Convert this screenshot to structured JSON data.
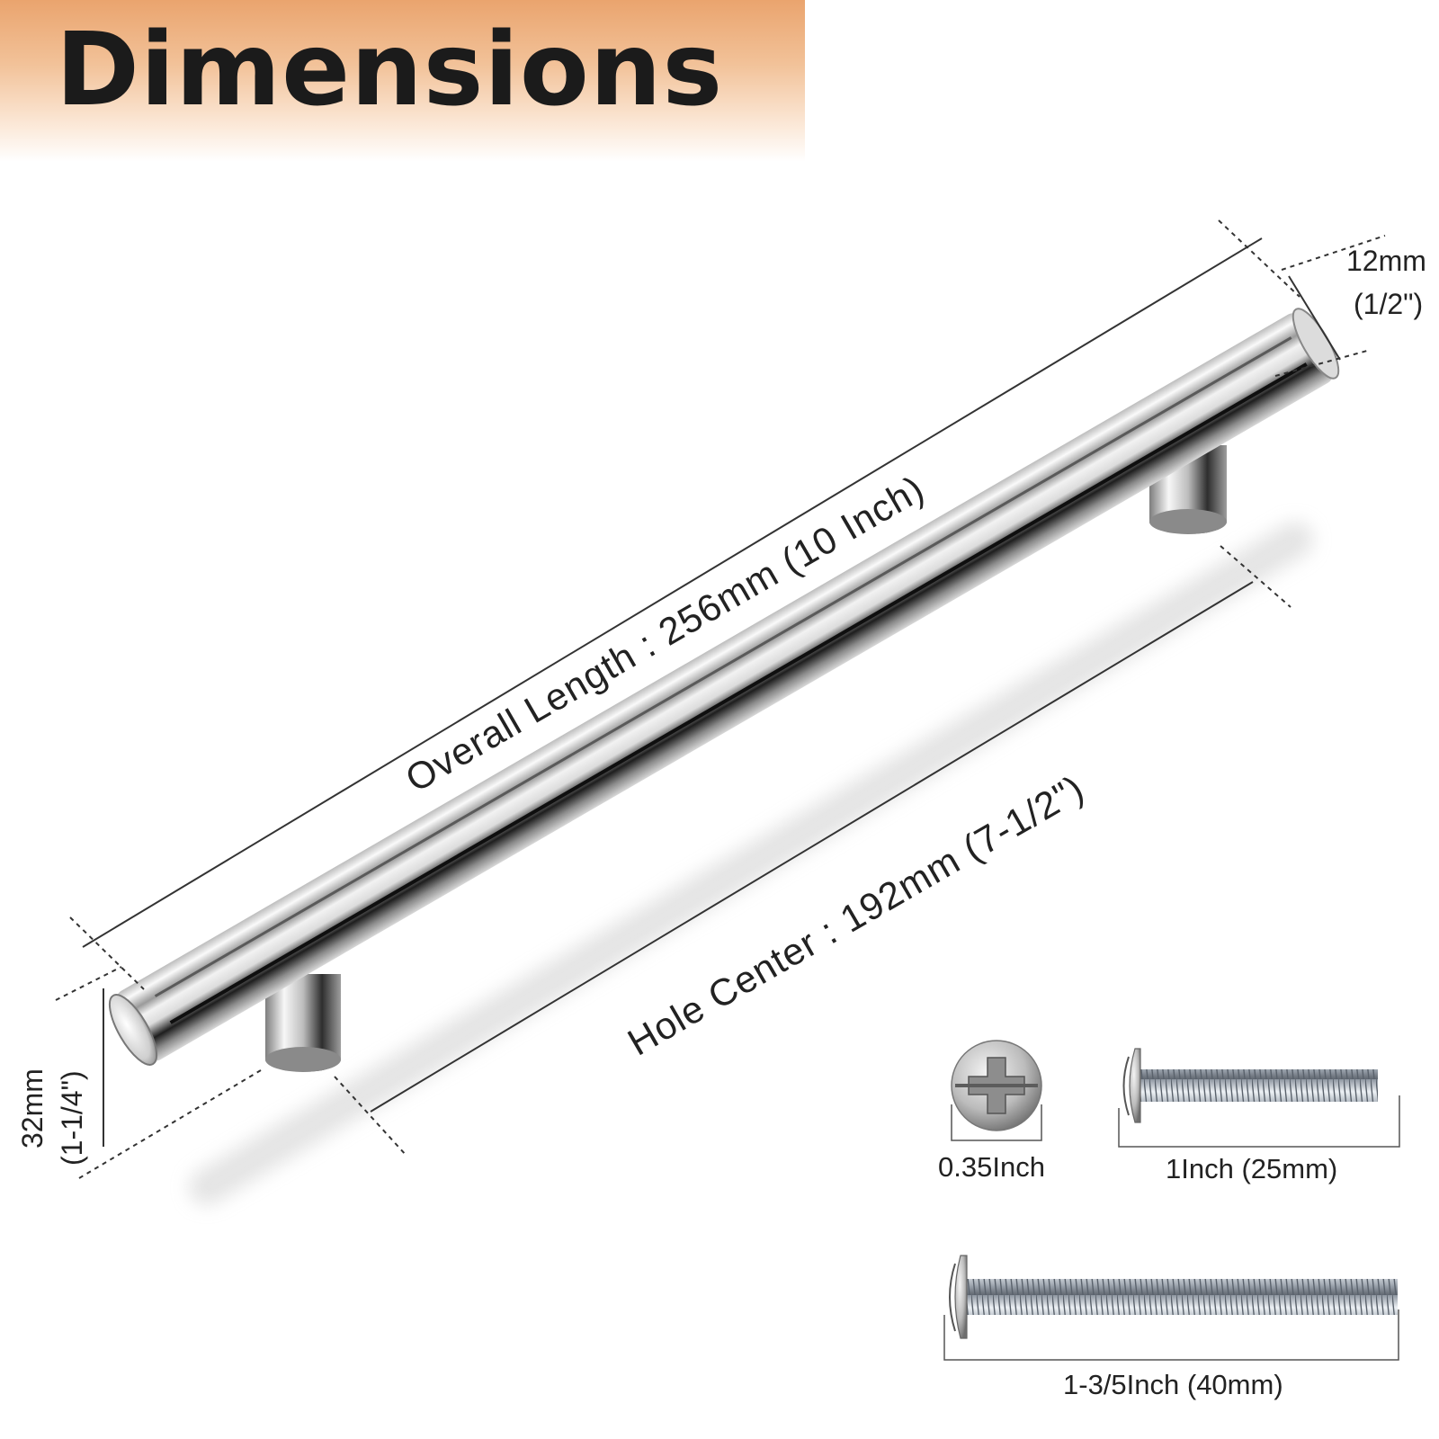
{
  "title": "Dimensions",
  "dimensions": {
    "overall_length": "Overall Length : 256mm (10 Inch)",
    "hole_center": "Hole Center : 192mm (7-1/2\")",
    "diameter_mm": "12mm",
    "diameter_in": "(1/2\")",
    "height_mm": "32mm",
    "height_in": "(1-1/4\")"
  },
  "screws": {
    "head_caption": "0.35Inch",
    "short_caption": "1Inch (25mm)",
    "long_caption": "1-3/5Inch (40mm)"
  },
  "colors": {
    "accent": "#eaa46e",
    "chrome_dark": "#2a2a2a",
    "chrome_light": "#f4f4f4",
    "dimension_line": "#333333"
  }
}
